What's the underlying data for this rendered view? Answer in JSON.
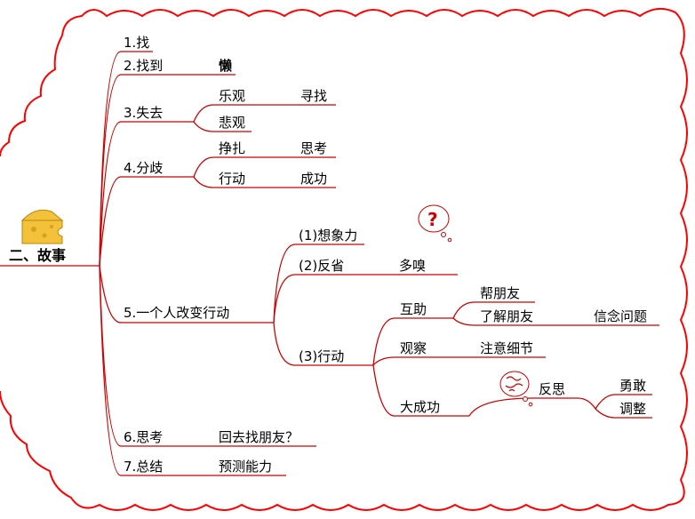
{
  "colors": {
    "line": "#cc0000",
    "frame": "#ff0000",
    "cheese": "#f3c13a"
  },
  "root": {
    "label": "二、故事",
    "icon": "cheese-icon"
  },
  "items": {
    "b1": "1.找",
    "b2": "2.找到",
    "b2a": "懒",
    "b3": "3.失去",
    "b3a": "乐观",
    "b3a1": "寻找",
    "b3b": "悲观",
    "b4": "4.分歧",
    "b4a": "挣扎",
    "b4a1": "思考",
    "b4b": "行动",
    "b4b1": "成功",
    "b5": "5.一个人改变行动",
    "b5a": "(1)想象力",
    "b5b": "(2)反省",
    "b5b1": "多嗅",
    "b5c": "(3)行动",
    "b5c1": "互助",
    "b5c1a": "帮朋友",
    "b5c1b": "了解朋友",
    "b5c1b1": "信念问题",
    "b5c2": "观察",
    "b5c2a": "注意细节",
    "b5c3": "大成功",
    "b5c3a": "反思",
    "b5c3a1": "勇敢",
    "b5c3a2": "调整",
    "b6": "6.思考",
    "b6a": "回去找朋友？",
    "b7": "7.总结",
    "b7a": "预测能力"
  }
}
